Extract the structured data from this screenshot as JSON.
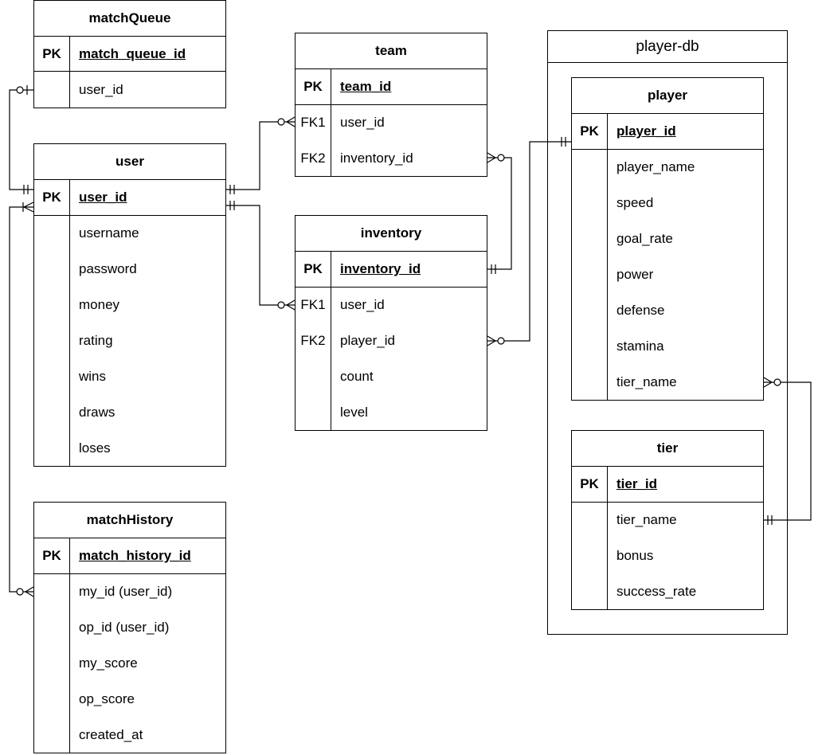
{
  "container": {
    "title": "player-db"
  },
  "entities": {
    "matchQueue": {
      "title": "matchQueue",
      "rows": [
        {
          "key": "PK",
          "name": "match_queue_id",
          "pk": true
        },
        {
          "key": "",
          "name": "user_id",
          "pk": false
        }
      ]
    },
    "user": {
      "title": "user",
      "rows": [
        {
          "key": "PK",
          "name": "user_id",
          "pk": true
        },
        {
          "key": "",
          "name": "username",
          "pk": false
        },
        {
          "key": "",
          "name": "password",
          "pk": false
        },
        {
          "key": "",
          "name": "money",
          "pk": false
        },
        {
          "key": "",
          "name": "rating",
          "pk": false
        },
        {
          "key": "",
          "name": "wins",
          "pk": false
        },
        {
          "key": "",
          "name": "draws",
          "pk": false
        },
        {
          "key": "",
          "name": "loses",
          "pk": false
        }
      ]
    },
    "matchHistory": {
      "title": "matchHistory",
      "rows": [
        {
          "key": "PK",
          "name": "match_history_id",
          "pk": true
        },
        {
          "key": "",
          "name": "my_id (user_id)",
          "pk": false
        },
        {
          "key": "",
          "name": "op_id (user_id)",
          "pk": false
        },
        {
          "key": "",
          "name": "my_score",
          "pk": false
        },
        {
          "key": "",
          "name": "op_score",
          "pk": false
        },
        {
          "key": "",
          "name": "created_at",
          "pk": false
        }
      ]
    },
    "team": {
      "title": "team",
      "rows": [
        {
          "key": "PK",
          "name": "team_id",
          "pk": true
        },
        {
          "key": "FK1",
          "name": "user_id",
          "pk": false
        },
        {
          "key": "FK2",
          "name": "inventory_id",
          "pk": false
        }
      ]
    },
    "inventory": {
      "title": "inventory",
      "rows": [
        {
          "key": "PK",
          "name": "inventory_id",
          "pk": true
        },
        {
          "key": "FK1",
          "name": "user_id",
          "pk": false
        },
        {
          "key": "FK2",
          "name": "player_id",
          "pk": false
        },
        {
          "key": "",
          "name": "count",
          "pk": false
        },
        {
          "key": "",
          "name": "level",
          "pk": false
        }
      ]
    },
    "player": {
      "title": "player",
      "rows": [
        {
          "key": "PK",
          "name": "player_id",
          "pk": true
        },
        {
          "key": "",
          "name": "player_name",
          "pk": false
        },
        {
          "key": "",
          "name": "speed",
          "pk": false
        },
        {
          "key": "",
          "name": "goal_rate",
          "pk": false
        },
        {
          "key": "",
          "name": "power",
          "pk": false
        },
        {
          "key": "",
          "name": "defense",
          "pk": false
        },
        {
          "key": "",
          "name": "stamina",
          "pk": false
        },
        {
          "key": "",
          "name": "tier_name",
          "pk": false
        }
      ]
    },
    "tier": {
      "title": "tier",
      "rows": [
        {
          "key": "PK",
          "name": "tier_id",
          "pk": true
        },
        {
          "key": "",
          "name": "tier_name",
          "pk": false
        },
        {
          "key": "",
          "name": "bonus",
          "pk": false
        },
        {
          "key": "",
          "name": "success_rate",
          "pk": false
        }
      ]
    }
  }
}
